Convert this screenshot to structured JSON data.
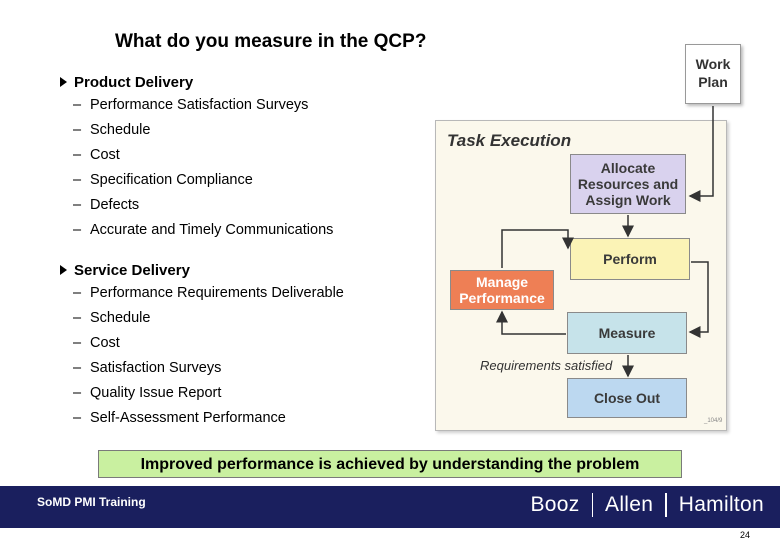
{
  "title": "What do you measure in the QCP?",
  "product_delivery": {
    "heading": "Product Delivery",
    "items": [
      "Performance Satisfaction Surveys",
      "Schedule",
      "Cost",
      "Specification Compliance",
      "Defects",
      "Accurate and Timely Communications"
    ]
  },
  "service_delivery": {
    "heading": "Service Delivery",
    "items": [
      "Performance Requirements Deliverable",
      "Schedule",
      "Cost",
      "Satisfaction Surveys",
      "Quality Issue Report",
      "Self-Assessment Performance"
    ]
  },
  "diagram": {
    "title": "Task Execution",
    "work_plan": [
      "Work",
      "Plan"
    ],
    "allocate": [
      "Allocate",
      "Resources and",
      "Assign Work"
    ],
    "perform": "Perform",
    "manage": [
      "Manage",
      "Performance"
    ],
    "measure": "Measure",
    "requirements": "Requirements satisfied",
    "close_out": "Close Out",
    "code": "_104/9",
    "colors": {
      "allocate": "#d9d2ee",
      "perform": "#fbf3b6",
      "manage": "#ee7f55",
      "measure": "#c6e3ea",
      "close_out": "#bcd8f0"
    }
  },
  "banner": "Improved performance is achieved by understanding the problem",
  "footer": {
    "left": "SoMD PMI Training",
    "logo": [
      "Booz",
      "Allen",
      "Hamilton"
    ],
    "page": "24"
  }
}
